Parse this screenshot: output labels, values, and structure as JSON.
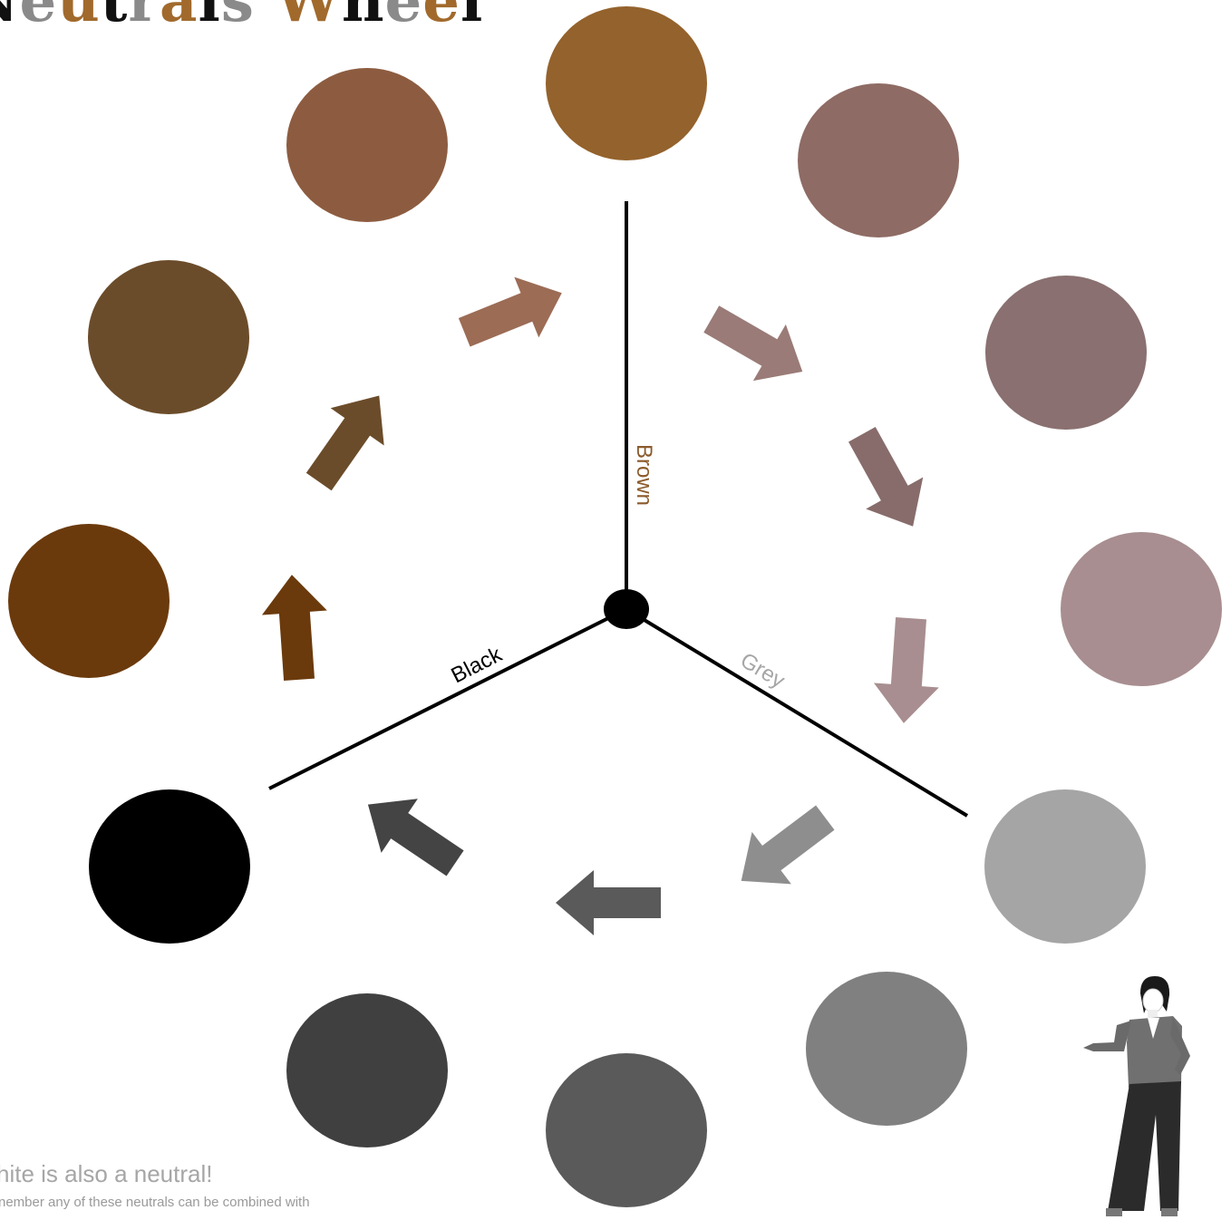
{
  "title": {
    "parts": [
      {
        "text": "N",
        "color": "#111111"
      },
      {
        "text": "e",
        "color": "#8a8a8a"
      },
      {
        "text": "u",
        "color": "#a16a2c"
      },
      {
        "text": "t",
        "color": "#111111"
      },
      {
        "text": "r",
        "color": "#8a8a8a"
      },
      {
        "text": "a",
        "color": "#a16a2c"
      },
      {
        "text": "l",
        "color": "#111111"
      },
      {
        "text": "s",
        "color": "#8a8a8a"
      },
      {
        "text": " ",
        "color": "#111111"
      },
      {
        "text": "W",
        "color": "#a16a2c"
      },
      {
        "text": "h",
        "color": "#111111"
      },
      {
        "text": "e",
        "color": "#8a8a8a"
      },
      {
        "text": "e",
        "color": "#a16a2c"
      },
      {
        "text": "l",
        "color": "#111111"
      }
    ]
  },
  "axes": {
    "brown_label": "Brown",
    "black_label": "Black",
    "grey_label": "Grey",
    "brown_color": "#8b5a2b",
    "black_color": "#000000",
    "grey_color": "#a6a6a6"
  },
  "swatches": [
    {
      "name": "brown-1",
      "color": "#94622c"
    },
    {
      "name": "brown-2",
      "color": "#8d5c40"
    },
    {
      "name": "brown-3",
      "color": "#6b4c2a"
    },
    {
      "name": "brown-4",
      "color": "#6b3a0c"
    },
    {
      "name": "black",
      "color": "#000000"
    },
    {
      "name": "charcoal-1",
      "color": "#404040"
    },
    {
      "name": "charcoal-2",
      "color": "#5a5a5a"
    },
    {
      "name": "grey-1",
      "color": "#808080"
    },
    {
      "name": "grey-2",
      "color": "#a5a5a5"
    },
    {
      "name": "mauve-1",
      "color": "#a88e90"
    },
    {
      "name": "mauve-2",
      "color": "#8a7070"
    },
    {
      "name": "mauve-3",
      "color": "#8e6b64"
    }
  ],
  "arrows": [
    {
      "name": "arrow-brown-up",
      "color": "#6b3a0c"
    },
    {
      "name": "arrow-dark-tan-up",
      "color": "#6b4c2a"
    },
    {
      "name": "arrow-tan-right",
      "color": "#9c6c55"
    },
    {
      "name": "arrow-mauve-down-1",
      "color": "#9a7b77"
    },
    {
      "name": "arrow-mauve-down-2",
      "color": "#876c6b"
    },
    {
      "name": "arrow-mauve-down-3",
      "color": "#a88e90"
    },
    {
      "name": "arrow-grey-left",
      "color": "#8e8e8e"
    },
    {
      "name": "arrow-dark-grey-left",
      "color": "#5a5a5a"
    },
    {
      "name": "arrow-charcoal-up",
      "color": "#444444"
    }
  ],
  "figure": {
    "name": "presenter-figure"
  },
  "notes": {
    "main": "hite is also a neutral!",
    "sub": "nember any of these neutrals can be combined with"
  }
}
